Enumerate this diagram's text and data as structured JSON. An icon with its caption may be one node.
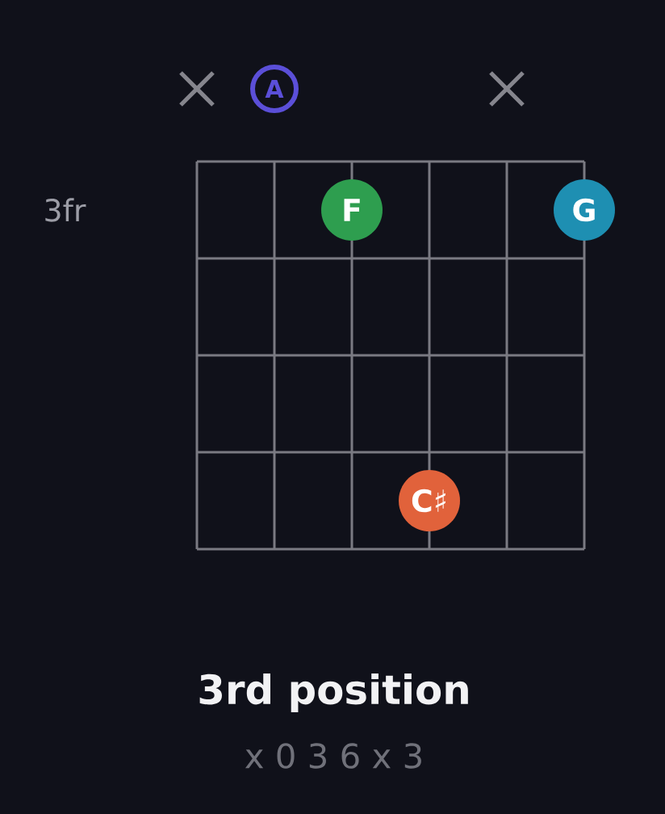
{
  "diagram": {
    "title": "3rd position",
    "nodes": [
      {
        "text": [
          "A"
        ]
      },
      {
        "text": [
          "F"
        ]
      },
      {
        "text": [
          "G"
        ]
      },
      {
        "text": [
          "C♯"
        ]
      }
    ],
    "labels": [
      "3fr",
      "x 0 3 6 x 3"
    ]
  }
}
